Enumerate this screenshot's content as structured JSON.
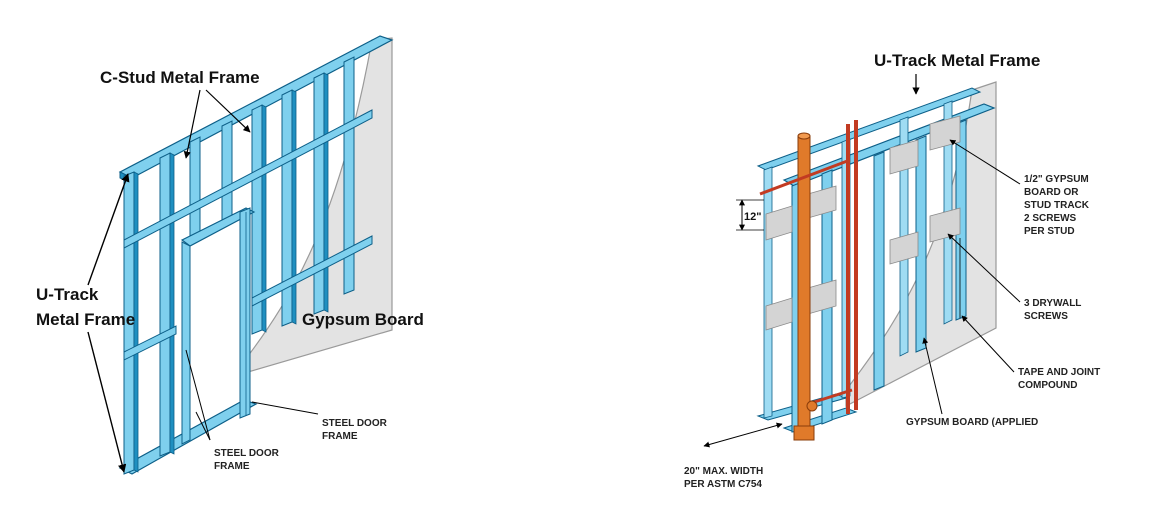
{
  "colors": {
    "stud": "#7fd0ee",
    "stud_dark": "#1f8fc0",
    "stud_edge": "#0d5f88",
    "gypsum": "#e3e3e3",
    "gypsum_edge": "#9a9a9a",
    "pipe_orange": "#e07a2a",
    "pipe_red": "#c23b22",
    "leader": "#000000"
  },
  "left": {
    "c_stud_label": "C-Stud Metal Frame",
    "u_track_label_1": "U-Track",
    "u_track_label_2": "Metal Frame",
    "gypsum_label": "Gypsum Board",
    "steel_door_frame_right_1": "STEEL DOOR",
    "steel_door_frame_right_2": "FRAME",
    "steel_door_frame_left_1": "STEEL DOOR",
    "steel_door_frame_left_2": "FRAME"
  },
  "right": {
    "u_track_label": "U-Track Metal Frame",
    "gypsum_board_note": [
      "1/2\" GYPSUM",
      "BOARD OR",
      "STUD TRACK",
      "2 SCREWS",
      "PER STUD"
    ],
    "drywall_screws": [
      "3 DRYWALL",
      "SCREWS"
    ],
    "tape_joint": [
      "TAPE AND JOINT",
      "COMPOUND"
    ],
    "gypsum_applied": "GYPSUM BOARD (APPLIED",
    "dim_12": "12\"",
    "max_width": [
      "20\" MAX. WIDTH",
      "PER ASTM C754"
    ]
  }
}
